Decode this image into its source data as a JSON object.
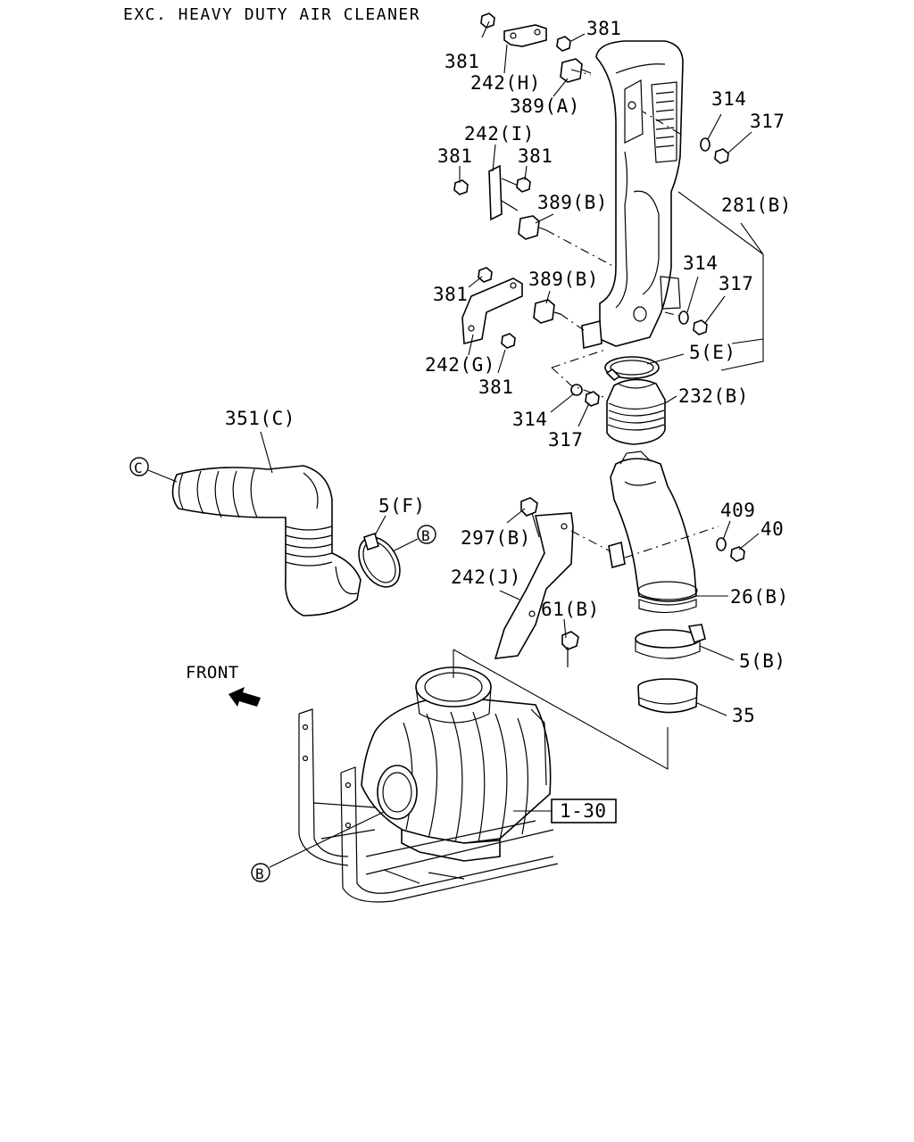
{
  "diagram": {
    "title": "EXC. HEAVY DUTY AIR CLEANER",
    "front_label": "FRONT",
    "ref_box": "1-30",
    "callouts": {
      "c_381_a": "381",
      "c_381_b": "381",
      "c_242H": "242(H)",
      "c_389A": "389(A)",
      "c_314_a": "314",
      "c_317_a": "317",
      "c_242I": "242(I)",
      "c_381_c": "381",
      "c_381_d": "381",
      "c_389B_a": "389(B)",
      "c_281B": "281(B)",
      "c_314_b": "314",
      "c_317_b": "317",
      "c_381_e": "381",
      "c_389B_b": "389(B)",
      "c_5E": "5(E)",
      "c_242G": "242(G)",
      "c_381_f": "381",
      "c_232B": "232(B)",
      "c_314_c": "314",
      "c_317_c": "317",
      "c_351C": "351(C)",
      "c_5F": "5(F)",
      "c_409": "409",
      "c_40": "40",
      "c_297B": "297(B)",
      "c_26B": "26(B)",
      "c_242J": "242(J)",
      "c_61B": "61(B)",
      "c_5B": "5(B)",
      "c_35": "35"
    },
    "circle_markers": {
      "C": "C",
      "B": "B"
    }
  }
}
